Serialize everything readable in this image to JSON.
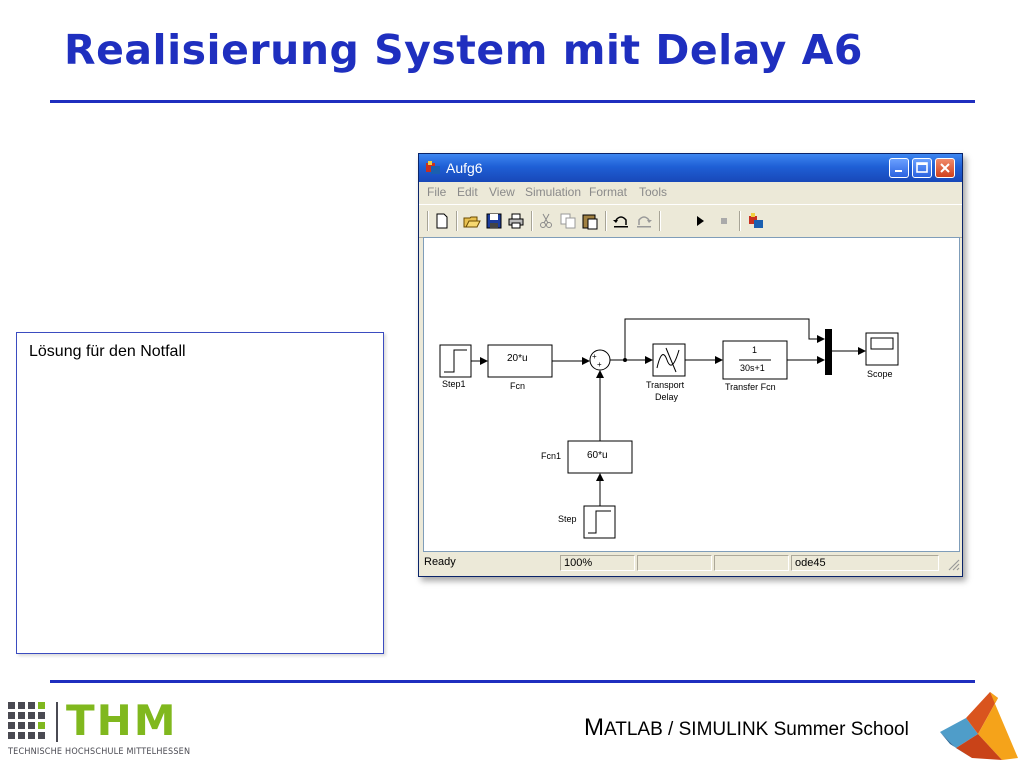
{
  "slide": {
    "title": "Realisierung System mit Delay A6",
    "notfall_label": "Lösung für den Notfall",
    "footer_cap": "M",
    "footer_rest": "ATLAB / SIMULINK Summer School",
    "thm_letters": "THM",
    "thm_subtitle": "TECHNISCHE HOCHSCHULE MITTELHESSEN"
  },
  "window": {
    "title": "Aufg6",
    "menu": [
      "File",
      "Edit",
      "View",
      "Simulation",
      "Format",
      "Tools"
    ],
    "toolbar_icons": [
      "new-icon",
      "open-icon",
      "save-icon",
      "print-icon",
      "cut-icon",
      "copy-icon",
      "paste-icon",
      "undo-icon",
      "redo-icon",
      "play-icon",
      "stop-icon",
      "library-icon"
    ],
    "status": {
      "state": "Ready",
      "zoom": "100%",
      "blank1": "",
      "blank2": "",
      "solver": "ode45"
    }
  },
  "model": {
    "step1": "Step1",
    "fcn_expr": "20*u",
    "fcn_label": "Fcn",
    "sum_plus1": "+",
    "sum_plus2": "+",
    "delay_label1": "Transport",
    "delay_label2": "Delay",
    "tf_num": "1",
    "tf_den": "30s+1",
    "tf_label": "Transfer Fcn",
    "scope_label": "Scope",
    "fcn1_expr": "60*u",
    "fcn1_label": "Fcn1",
    "step_label": "Step"
  },
  "colors": {
    "title_blue": "#1f2fbf",
    "thm_green": "#80b81e",
    "xp_blue": "#1f5fd6"
  }
}
